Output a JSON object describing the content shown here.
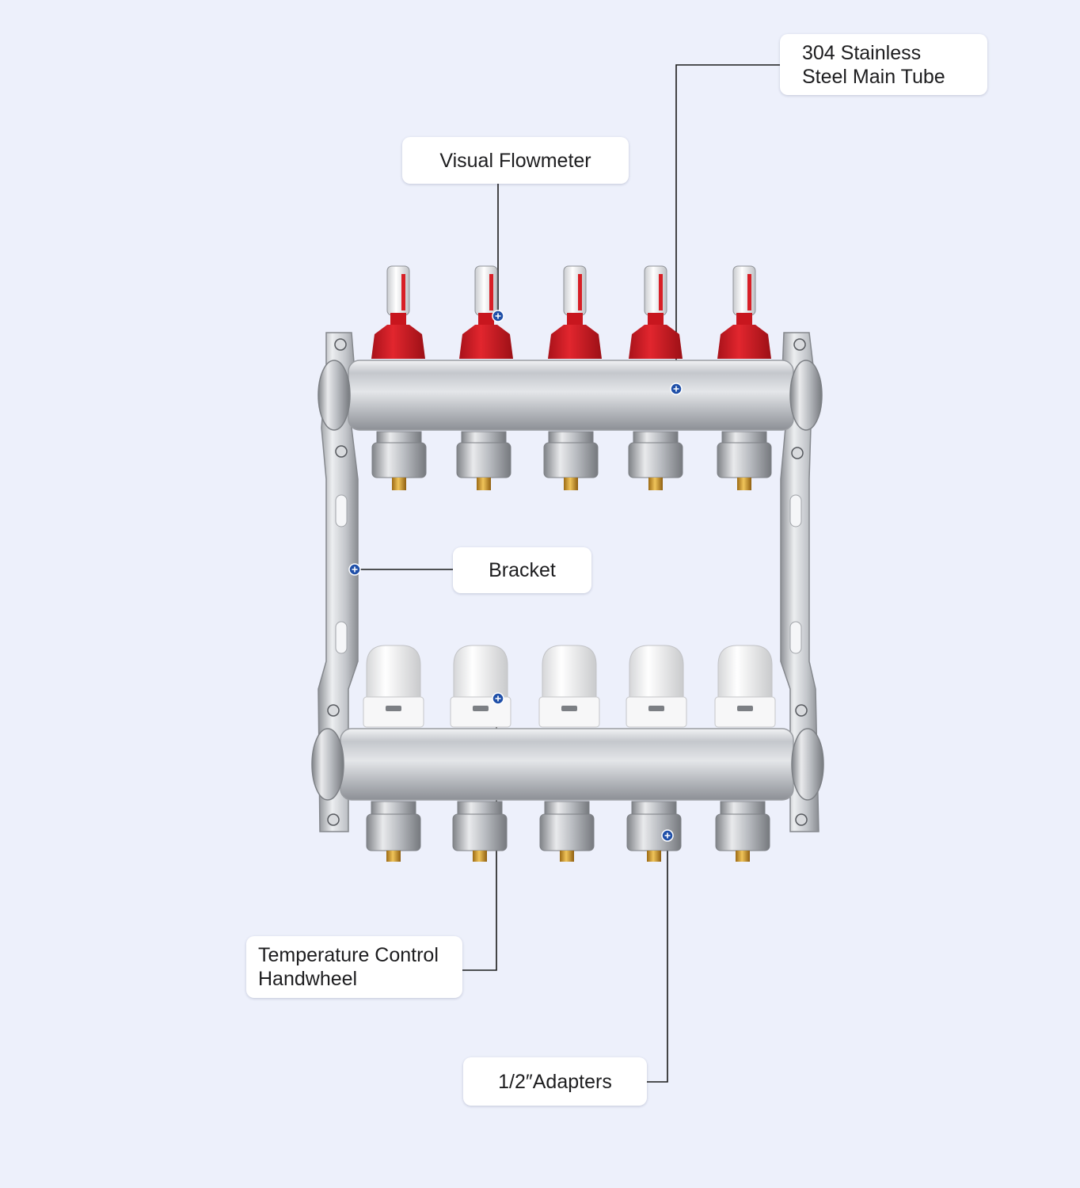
{
  "labels": {
    "main_tube": [
      "304 Stainless",
      "Steel Main Tube"
    ],
    "flowmeter": "Visual Flowmeter",
    "bracket": "Bracket",
    "handwheel": [
      "Temperature Control",
      "Handwheel"
    ],
    "adapters": "1/2″Adapters"
  },
  "colors": {
    "background": "#edf0fb",
    "callout_background": "#ffffff",
    "leader_line": "#1a1a1a",
    "marker": "#1f4fa8",
    "flowmeter_body": "#d81f26",
    "handwheel_cap": "#f4f4f4",
    "steel": "#c9ccd1",
    "brass": "#d4a23c"
  },
  "components": {
    "outlet_count": 5,
    "icons": [
      "flowmeter-icon",
      "handwheel-icon",
      "adapter-icon",
      "bracket-icon",
      "marker-icon"
    ]
  }
}
